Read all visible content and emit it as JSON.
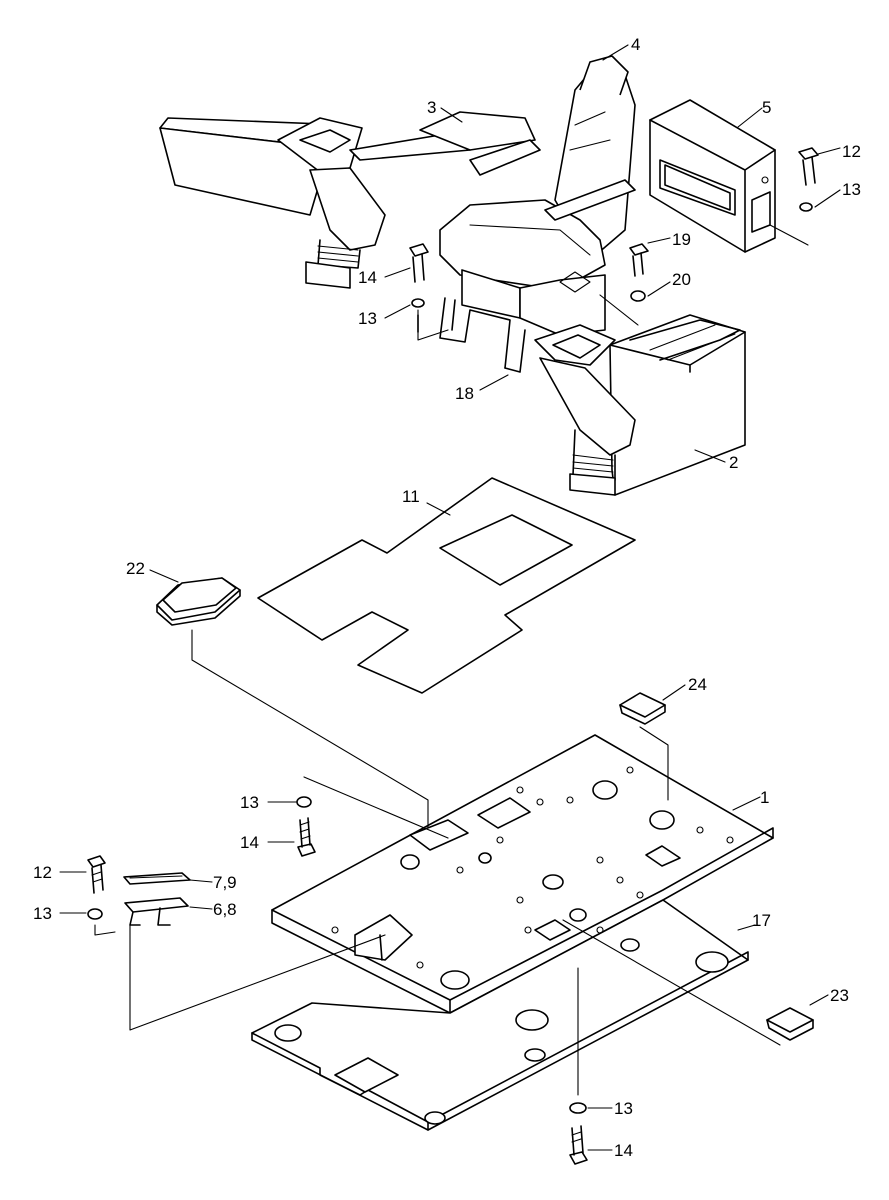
{
  "callouts": {
    "c1": "1",
    "c2": "2",
    "c3": "3",
    "c4": "4",
    "c5": "5",
    "c6_8": "6,8",
    "c7_9": "7,9",
    "c11": "11",
    "c12a": "12",
    "c12b": "12",
    "c13a": "13",
    "c13b": "13",
    "c13c": "13",
    "c13d": "13",
    "c13e": "13",
    "c14a": "14",
    "c14b": "14",
    "c14c": "14",
    "c17": "17",
    "c18": "18",
    "c19": "19",
    "c20": "20",
    "c22": "22",
    "c23": "23",
    "c24": "24"
  }
}
